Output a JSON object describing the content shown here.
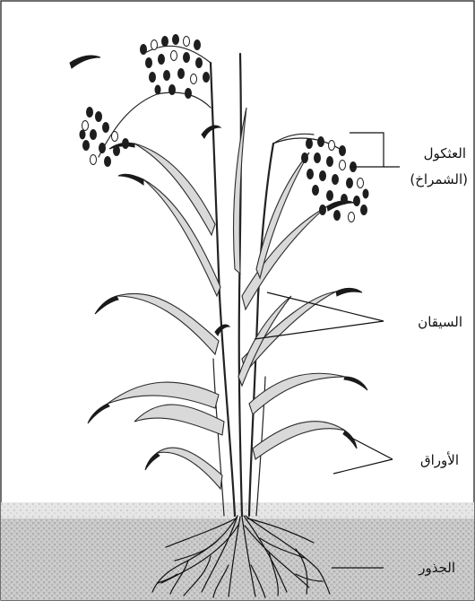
{
  "labels": {
    "panicle_line1": "العثكول",
    "panicle_line2": "(الشمراخ)",
    "stems": "السيقان",
    "leaves": "الأوراق",
    "roots": "الجذور"
  },
  "colors": {
    "soil": "#c8c8c8",
    "ink": "#1e1e1e",
    "leaf_fill": "#d9d9d9"
  }
}
